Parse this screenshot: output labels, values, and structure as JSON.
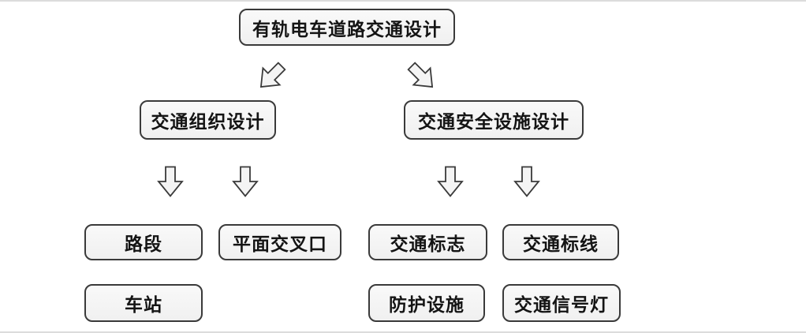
{
  "diagram": {
    "root": "有轨电车道路交通设计",
    "branches": [
      {
        "label": "交通组织设计",
        "children": [
          "路段",
          "平面交叉口",
          "车站"
        ]
      },
      {
        "label": "交通安全设施设计",
        "children": [
          "交通标志",
          "交通标线",
          "防护设施",
          "交通信号灯"
        ]
      }
    ]
  },
  "icons": {
    "down_left_arrow": "block-arrow-down-left",
    "down_right_arrow": "block-arrow-down-right",
    "down_arrow": "block-arrow-down"
  },
  "colors": {
    "background": "#ffffff",
    "box_fill": "#f4f4f4",
    "box_border": "#3a3a3a",
    "text": "#141414",
    "arrow_fill": "#f4f4f4",
    "arrow_stroke": "#3a3a3a",
    "edge_line": "#dcdcdc"
  }
}
